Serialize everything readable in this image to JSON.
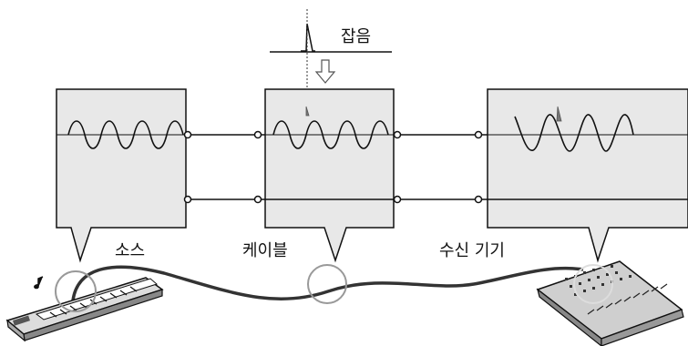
{
  "labels": {
    "noise": "잡음",
    "source": "소스",
    "cable": "케이블",
    "receiver": "수신 기기"
  },
  "colors": {
    "panel_fill": "#e8e8e8",
    "line": "#111111",
    "cable": "#333333",
    "arrow": "#888888",
    "highlight_circle": "#999999",
    "noise_spike": "#777777"
  },
  "icons": [
    "keyboard-synth-icon",
    "mixing-console-icon",
    "music-note-icon"
  ]
}
